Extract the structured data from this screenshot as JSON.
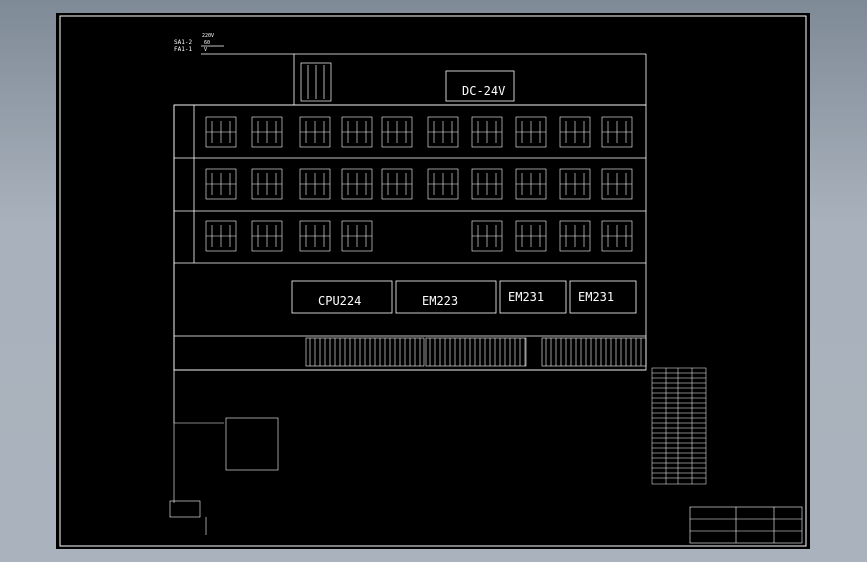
{
  "supply": {
    "line1": "SA1-2",
    "line2": "FA1-1",
    "voltage": "220V",
    "freq": "60",
    "v": "V"
  },
  "power_supply_label": "DC-24V",
  "modules": [
    {
      "id": "cpu",
      "label": "CPU224"
    },
    {
      "id": "em223",
      "label": "EM223"
    },
    {
      "id": "em231a",
      "label": "EM231"
    },
    {
      "id": "em231b",
      "label": "EM231"
    }
  ],
  "colors": {
    "sheet": "#000000",
    "line": "#ffffff",
    "background": "#9aa4af"
  }
}
